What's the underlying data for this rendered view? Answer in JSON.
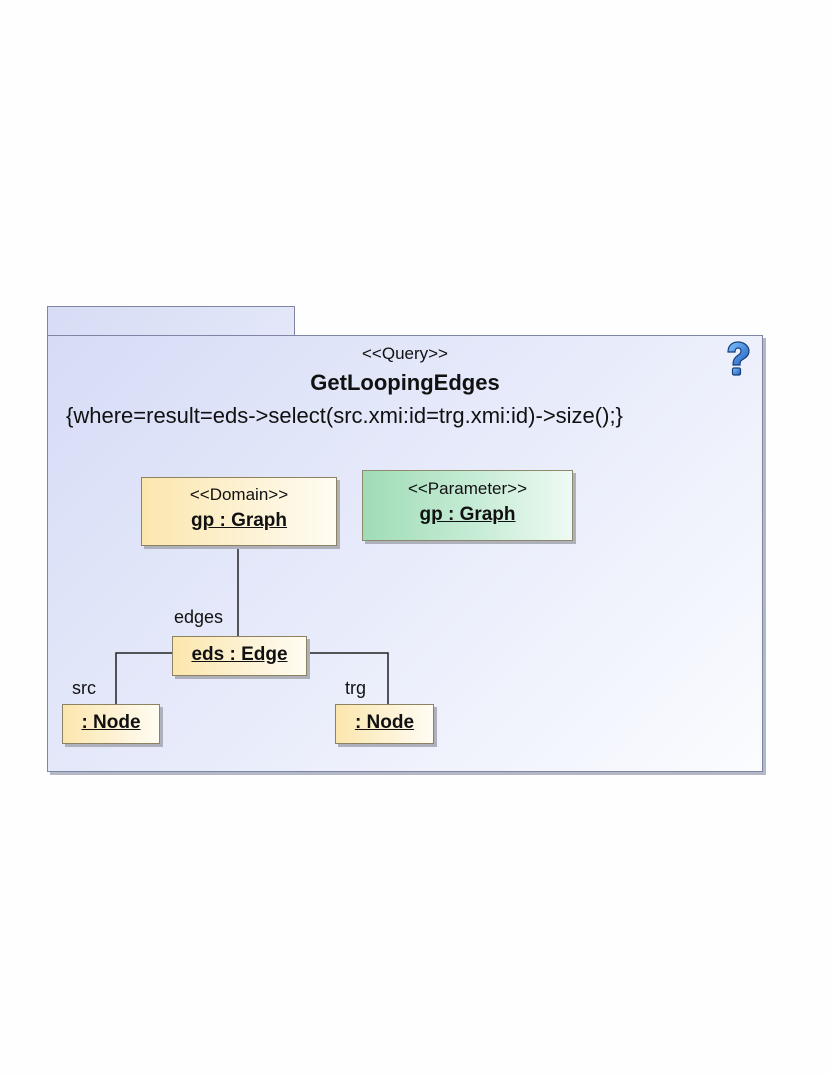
{
  "package": {
    "stereotype": "<<Query>>",
    "name": "GetLoopingEdges",
    "constraint": "{where=result=eds->select(src.xmi:id=trg.xmi:id)->size();}",
    "help_icon": "question-mark-icon"
  },
  "objects": {
    "domain_graph": {
      "stereotype": "<<Domain>>",
      "name": "gp : Graph"
    },
    "param_graph": {
      "stereotype": "<<Parameter>>",
      "name": "gp : Graph"
    },
    "edge": {
      "name": "eds : Edge"
    },
    "src_node": {
      "name": ": Node"
    },
    "trg_node": {
      "name": ": Node"
    }
  },
  "links": {
    "edges_label": "edges",
    "src_label": "src",
    "trg_label": "trg"
  },
  "colors": {
    "package_fill": "#d6dcf6",
    "object_fill": "#fbe6ad",
    "parameter_fill": "#9fdcb6",
    "border": "#7f86a3"
  }
}
